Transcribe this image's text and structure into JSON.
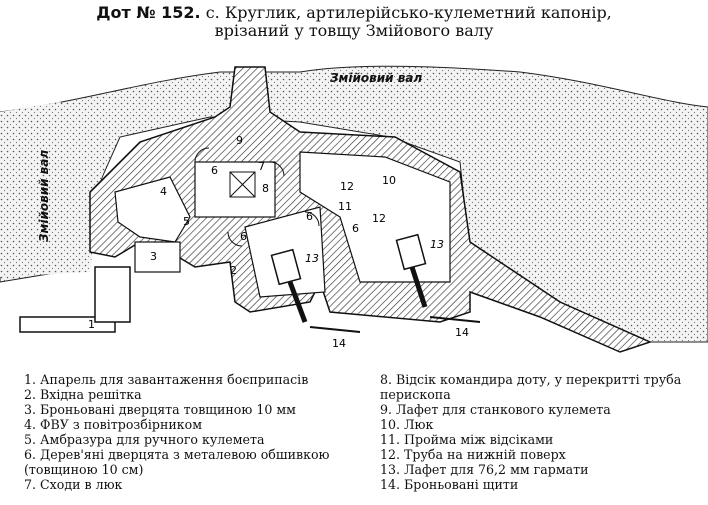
{
  "header": {
    "title_bold": "Дот № 152.",
    "title_rest": " с. Круглик, артилерійсько-кулеметний капонір,",
    "title_line2": "врізаний у товщу Змійового валу"
  },
  "plan": {
    "label_top": "Змійовий вал",
    "label_left": "Змійовий вал",
    "numbers": [
      "1",
      "2",
      "3",
      "4",
      "5",
      "6",
      "6",
      "6",
      "6",
      "7",
      "8",
      "9",
      "10",
      "11",
      "12",
      "12",
      "13",
      "13",
      "14",
      "14"
    ]
  },
  "legend": {
    "left": [
      "1. Апарель для завантаження боєприпасів",
      "2. Вхідна решітка",
      "3. Броньовані дверцята товщиною 10 мм",
      "4. ФВУ з повітрозбірником",
      "5. Амбразура для ручного кулемета",
      "6. Дерев'яні дверцята з металевою обшивкою (товщиною 10 см)",
      "7. Сходи в люк"
    ],
    "right": [
      "8. Відсік командира доту, у перекритті труба перископа",
      "9. Лафет для станкового кулемета",
      "10. Люк",
      "11. Пройма між відсіками",
      "12. Труба на нижній поверх",
      "13. Лафет для 76,2 мм гармати",
      "14. Броньовані щити"
    ]
  }
}
